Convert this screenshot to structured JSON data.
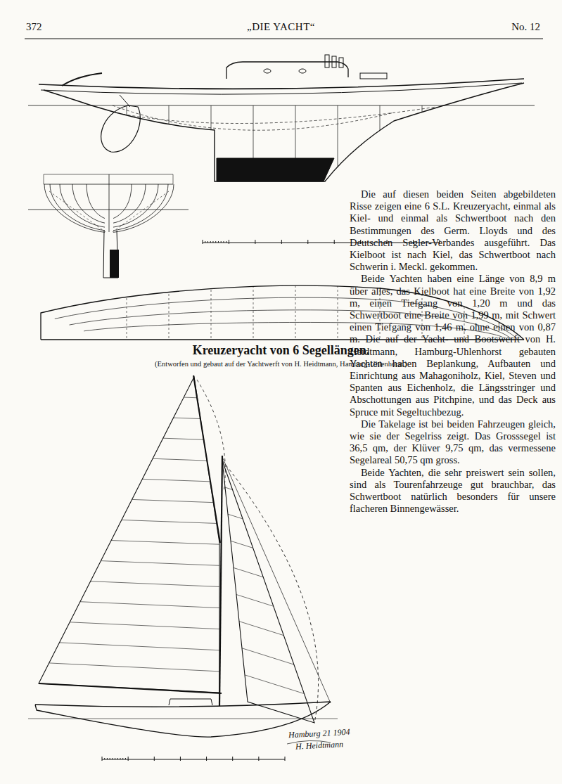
{
  "diagram": {
    "title": "Kreuzeryacht von 6 Segellängen.",
    "caption": "(Entworfen und gebaut auf der Yachtwerft von H. Heidtmann, Hamburg-Uhlenhorst.)",
    "labels": [
      "372",
      "„DIE YACHT“",
      "No. 12",
      "Die auf diesen beiden Seiten abgebildeten Risse zeigen eine 6 S.L. Kreuzeryacht, einmal als Kiel- und einmal als Schwertboot nach den Bestimmungen des Germ. Lloyds und des Deutschen Segler-Verbandes ausgeführt. Das Kielboot ist nach Kiel, das Schwertboot nach Schwerin i. Meckl. gekommen.",
      "Beide Yachten haben eine Länge von 8,9 m über alles, das Kielboot hat eine Breite von 1,92 m, einen Tiefgang von 1,20 m und das Schwertboot eine Breite von 1,99 m, mit Schwert einen Tiefgang von 1,46 m, ohne einen von 0,87 m. Die auf der Yacht- und Bootswerft von H. Heidtmann, Hamburg-Uhlenhorst gebauten Yachten haben Beplankung, Aufbauten und Einrichtung aus Mahagoniholz, Kiel, Steven und Spanten aus Eichenholz, die Längsstringer und Abschottungen aus Pitchpine, und das Deck aus Spruce mit Segeltuchbezug.",
      "Die Takelage ist bei beiden Fahrzeugen gleich, wie sie der Segelriss zeigt. Das Grosssegel ist 36,5 qm, der Klüver 9,75 qm, das vermessene Segelareal 50,75 qm gross.",
      "Beide Yachten, die sehr preiswert sein sollen, sind als Tourenfahrzeuge gut brauchbar, das Schwertboot natürlich besonders für unsere flacheren Binnengewässer.",
      "Hamburg 21 1904",
      "H. Heidtmann"
    ]
  }
}
